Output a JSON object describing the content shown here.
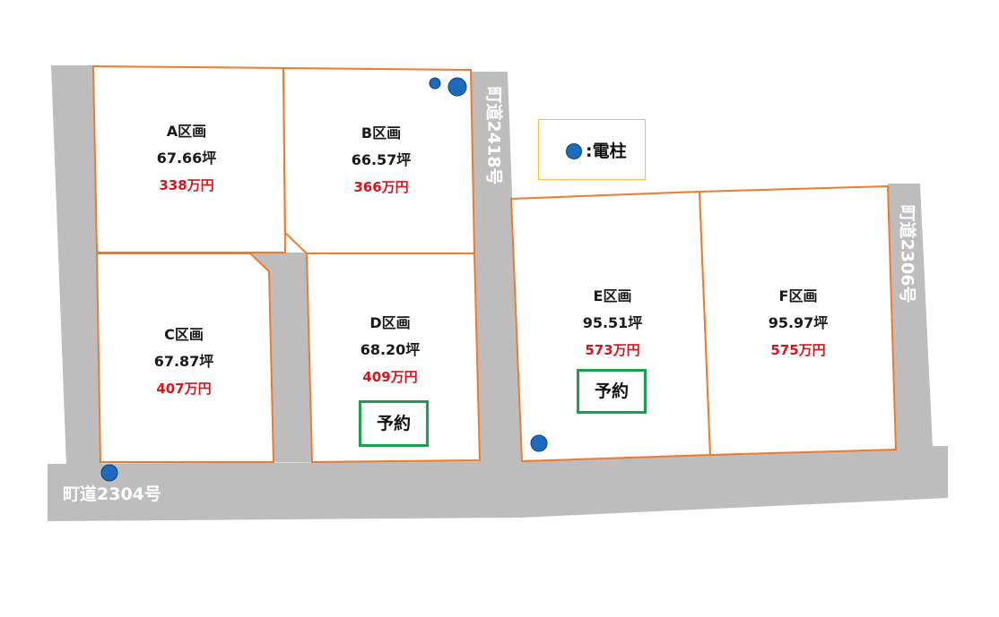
{
  "legend": {
    "text": ":電柱",
    "icon": "utility-pole-icon"
  },
  "roads": {
    "south": "町道2304号",
    "north_east": "町道2418号",
    "east": "町道2306号"
  },
  "lots": [
    {
      "id": "a",
      "name": "A区画",
      "area": "67.66坪",
      "price": "338万円",
      "reserved": false
    },
    {
      "id": "b",
      "name": "B区画",
      "area": "66.57坪",
      "price": "366万円",
      "reserved": false
    },
    {
      "id": "c",
      "name": "C区画",
      "area": "67.87坪",
      "price": "407万円",
      "reserved": false
    },
    {
      "id": "d",
      "name": "D区画",
      "area": "68.20坪",
      "price": "409万円",
      "reserved": true
    },
    {
      "id": "e",
      "name": "E区画",
      "area": "95.51坪",
      "price": "573万円",
      "reserved": true
    },
    {
      "id": "f",
      "name": "F区画",
      "area": "95.97坪",
      "price": "575万円",
      "reserved": false
    }
  ],
  "reserved_label": "予約",
  "colors": {
    "lot_border": "#ee7a2c",
    "price": "#d7161c",
    "reserved_border": "#19a04a",
    "road": "#bdbdbd",
    "pole": "#1c6bbd"
  }
}
